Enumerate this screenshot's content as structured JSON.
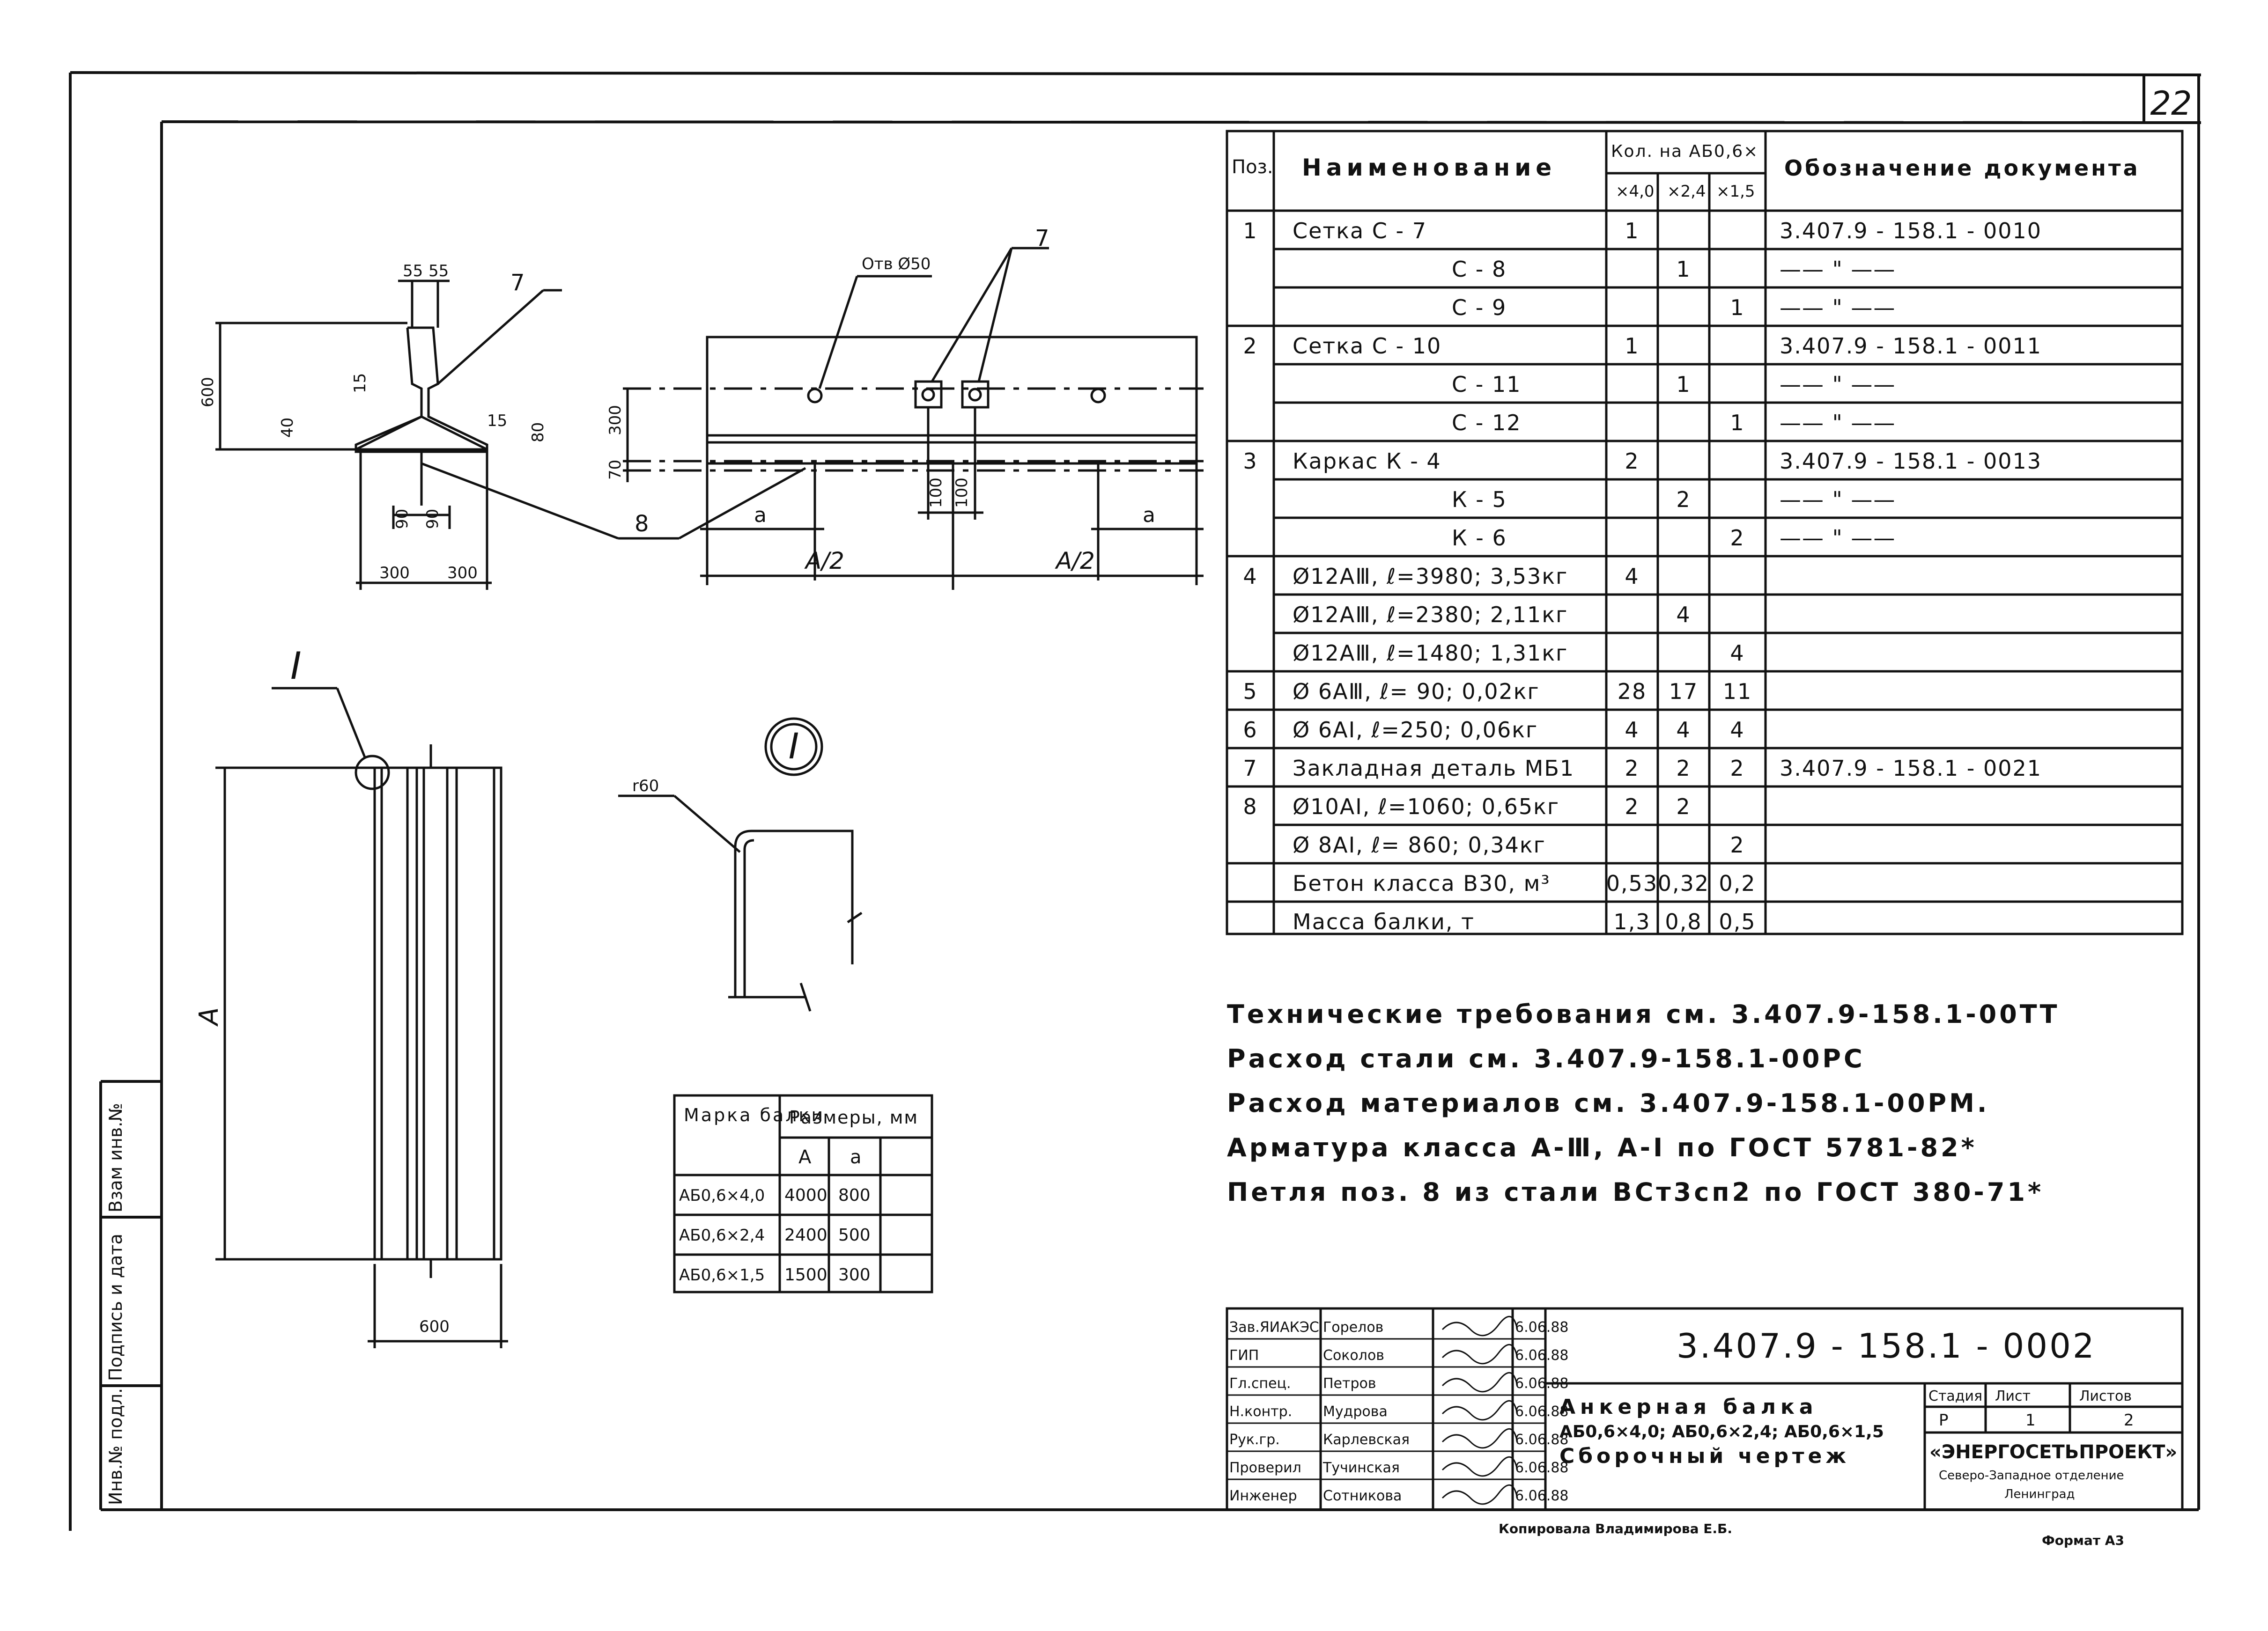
{
  "sheet_number": "22",
  "spec_table": {
    "headers": {
      "pos": "Поз.",
      "name": "Наименование",
      "qty": "Кол. на АБ0,6×",
      "qty_cols": [
        "×4,0",
        "×2,4",
        "×1,5"
      ],
      "doc": "Обозначение документа"
    },
    "rows": [
      {
        "pos": "1",
        "name": "Сетка  С - 7",
        "q": [
          "1",
          "",
          ""
        ],
        "doc": "3.407.9 - 158.1 - 0010"
      },
      {
        "pos": "",
        "name": "С - 8",
        "q": [
          "",
          "1",
          ""
        ],
        "doc": "—— \" ——"
      },
      {
        "pos": "",
        "name": "С - 9",
        "q": [
          "",
          "",
          "1"
        ],
        "doc": "—— \" ——"
      },
      {
        "pos": "2",
        "name": "Сетка  С - 10",
        "q": [
          "1",
          "",
          ""
        ],
        "doc": "3.407.9 - 158.1 - 0011"
      },
      {
        "pos": "",
        "name": "С - 11",
        "q": [
          "",
          "1",
          ""
        ],
        "doc": "—— \" ——"
      },
      {
        "pos": "",
        "name": "С - 12",
        "q": [
          "",
          "",
          "1"
        ],
        "doc": "—— \" ——"
      },
      {
        "pos": "3",
        "name": "Каркас  К - 4",
        "q": [
          "2",
          "",
          ""
        ],
        "doc": "3.407.9 - 158.1 - 0013"
      },
      {
        "pos": "",
        "name": "К - 5",
        "q": [
          "",
          "2",
          ""
        ],
        "doc": "—— \" ——"
      },
      {
        "pos": "",
        "name": "К - 6",
        "q": [
          "",
          "",
          "2"
        ],
        "doc": "—— \" ——"
      },
      {
        "pos": "4",
        "name": "Ø12АⅢ,  ℓ=3980;  3,53кг",
        "q": [
          "4",
          "",
          ""
        ],
        "doc": ""
      },
      {
        "pos": "",
        "name": "Ø12АⅢ,  ℓ=2380;  2,11кг",
        "q": [
          "",
          "4",
          ""
        ],
        "doc": ""
      },
      {
        "pos": "",
        "name": "Ø12АⅢ,  ℓ=1480;  1,31кг",
        "q": [
          "",
          "",
          "4"
        ],
        "doc": ""
      },
      {
        "pos": "5",
        "name": "Ø 6АⅢ,  ℓ= 90;  0,02кг",
        "q": [
          "28",
          "17",
          "11"
        ],
        "doc": ""
      },
      {
        "pos": "6",
        "name": "Ø 6АⅠ,  ℓ=250;  0,06кг",
        "q": [
          "4",
          "4",
          "4"
        ],
        "doc": ""
      },
      {
        "pos": "7",
        "name": "Закладная деталь МБ1",
        "q": [
          "2",
          "2",
          "2"
        ],
        "doc": "3.407.9 - 158.1 - 0021"
      },
      {
        "pos": "8",
        "name": "Ø10АⅠ,  ℓ=1060;  0,65кг",
        "q": [
          "2",
          "2",
          ""
        ],
        "doc": ""
      },
      {
        "pos": "",
        "name": "Ø 8АⅠ,  ℓ= 860;  0,34кг",
        "q": [
          "",
          "",
          "2"
        ],
        "doc": ""
      },
      {
        "pos": "",
        "name": "Бетон  класса  В30, м³",
        "q": [
          "0,53",
          "0,32",
          "0,2"
        ],
        "doc": ""
      },
      {
        "pos": "",
        "name": "Масса  балки,  т",
        "q": [
          "1,3",
          "0,8",
          "0,5"
        ],
        "doc": ""
      }
    ]
  },
  "notes": [
    "Технические требования см. 3.407.9-158.1-00ТТ",
    "Расход стали см. 3.407.9-158.1-00РС",
    "Расход материалов см. 3.407.9-158.1-00РМ.",
    "Арматура класса А-Ⅲ, А-Ⅰ по ГОСТ 5781-82*",
    "Петля поз. 8 из стали ВСт3сп2 по ГОСТ 380-71*"
  ],
  "dims_table": {
    "h1": "Марка балки",
    "h2": "Размеры, мм",
    "h_a": "А",
    "h_b": "а",
    "rows": [
      {
        "mark": "АБ0,6×4,0",
        "a": "4000",
        "b": "800"
      },
      {
        "mark": "АБ0,6×2,4",
        "a": "2400",
        "b": "500"
      },
      {
        "mark": "АБ0,6×1,5",
        "a": "1500",
        "b": "300"
      }
    ]
  },
  "section_dims": {
    "d55a": "55",
    "d55b": "55",
    "d600": "600",
    "d15a": "15",
    "d15b": "15",
    "d40": "40",
    "d80": "80",
    "d90a": "90",
    "d90b": "90",
    "d300a": "300",
    "d300b": "300",
    "leader7": "7",
    "leader8": "8"
  },
  "elevation_dims": {
    "hole": "Отв Ø50",
    "leader7": "7",
    "d300": "300",
    "d70": "70",
    "d100a": "100",
    "d100b": "100",
    "a_left": "а",
    "a_right": "а",
    "half_left": "А/2",
    "half_right": "А/2"
  },
  "plan_dims": {
    "callout": "Ⅰ",
    "length": "А",
    "width": "600"
  },
  "detail": {
    "label": "Ⅰ",
    "radius": "r60"
  },
  "left_margin": {
    "inv_no": "Инв.№ подл.",
    "sign_date": "Подпись и дата",
    "replace_inv": "Взам инв.№"
  },
  "title_block": {
    "doc_code": "3.407.9 - 158.1 - 0002",
    "title": "Анкерная балка",
    "subtitle": "АБ0,6×4,0; АБ0,6×2,4; АБ0,6×1,5",
    "drawing_type": "Сборочный чертеж",
    "stage_h": "Стадия",
    "sheet_h": "Лист",
    "sheets_h": "Листов",
    "stage": "Р",
    "sheet": "1",
    "sheets": "2",
    "org": "«ЭНЕРГОСЕТЬПРОЕКТ»",
    "org_sub1": "Северо-Западное отделение",
    "org_sub2": "Ленинград",
    "staff": [
      {
        "role": "Зав.ЯИАКЭС",
        "name": "Горелов",
        "date": "6.06.88"
      },
      {
        "role": "ГИП",
        "name": "Соколов",
        "date": "6.06.88"
      },
      {
        "role": "Гл.спец.",
        "name": "Петров",
        "date": "6.06.88"
      },
      {
        "role": "Н.контр.",
        "name": "Мудрова",
        "date": "6.06.88"
      },
      {
        "role": "Рук.гр.",
        "name": "Карлевская",
        "date": "6.06.88"
      },
      {
        "role": "Проверил",
        "name": "Тучинская",
        "date": "6.06.88"
      },
      {
        "role": "Инженер",
        "name": "Сотникова",
        "date": "6.06.88"
      }
    ],
    "copied": "Копировала Владимирова Е.Б.",
    "format": "Формат А3"
  }
}
